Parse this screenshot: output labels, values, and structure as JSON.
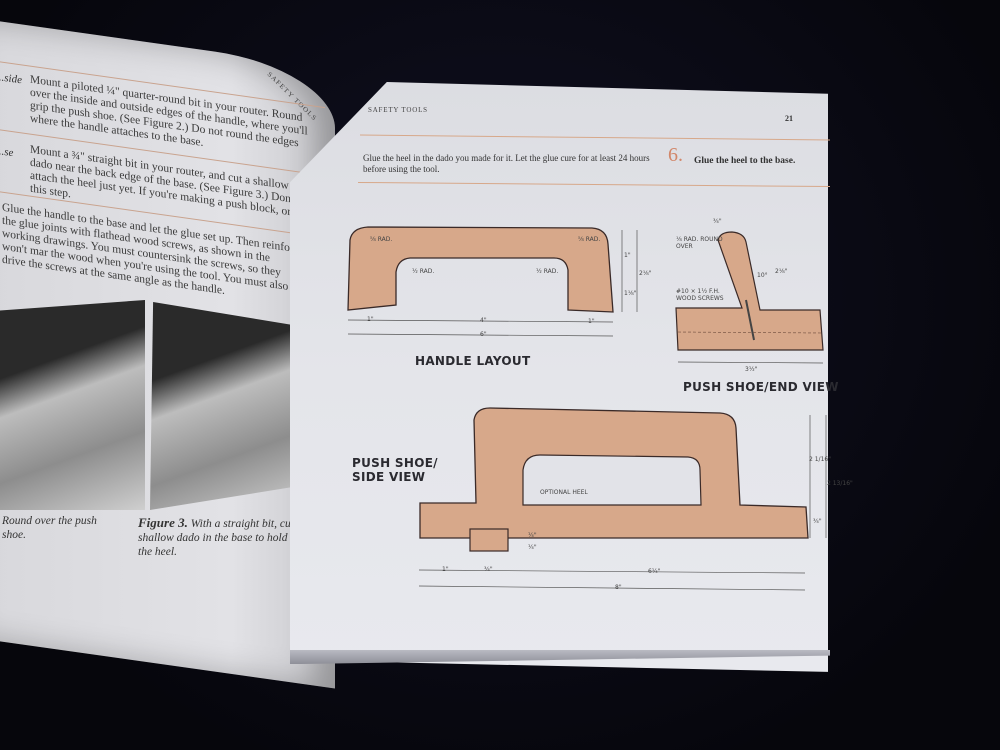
{
  "book": {
    "running_head": "SAFETY TOOLS",
    "page_number": "21"
  },
  "left_page": {
    "running_head": "SAFETY TOOLS",
    "steps": [
      {
        "label": "...side",
        "text": "Mount a piloted ¼\" quarter-round bit in your router. Round over the inside and outside edges of the handle, where you'll grip the push shoe. (See Figure 2.) Do not round the edges where the handle attaches to the base."
      },
      {
        "label": "...se",
        "text": "Mount a ¾\" straight bit in your router, and cut a shallow dado near the back edge of the base. (See Figure 3.) Don't attach the heel just yet. If you're making a push block, omit this step."
      },
      {
        "label": "",
        "text": "Glue the handle to the base and let the glue set up. Then reinforce the glue joints with flathead wood screws, as shown in the working drawings. You must countersink the screws, so they won't mar the wood when you're using the tool. You must also drive the screws at the same angle as the handle."
      }
    ],
    "captions": [
      {
        "text": "Round over the push shoe."
      },
      {
        "figure": "Figure 3.",
        "text": "With a straight bit, cut a shallow dado in the base to hold the heel."
      }
    ]
  },
  "right_page": {
    "step": {
      "number": "6.",
      "title": "Glue the heel to the base.",
      "text": "Glue the heel in the dado you made for it. Let the glue cure for at least 24 hours before using the tool."
    },
    "figures": {
      "handle_layout": {
        "title": "HANDLE LAYOUT",
        "labels": {
          "rad_outer_left": "⅝ RAD.",
          "rad_outer_right": "⅝ RAD.",
          "rad_inner_left": "½ RAD.",
          "rad_inner_right": "½ RAD.",
          "dim_left": "1\"",
          "dim_mid": "4\"",
          "dim_right": "1\"",
          "dim_total": "6\"",
          "dim_h_top": "1\"",
          "dim_h_bottom": "1⅛\"",
          "dim_h_total": "2⅛\""
        }
      },
      "end_view": {
        "title": "PUSH SHOE/END VIEW",
        "labels": {
          "top_width": "¾\"",
          "roundover": "⅛ RAD. ROUND OVER",
          "angle": "10°",
          "height": "2⅛\"",
          "screws": "#10 × 1½ F.H. WOOD SCREWS",
          "base_width": "3½\""
        }
      },
      "side_view": {
        "title_line1": "PUSH SHOE/",
        "title_line2": "SIDE VIEW",
        "labels": {
          "heel": "OPTIONAL HEEL",
          "heel_h1": "¼\"",
          "heel_h2": "¼\"",
          "dim_left": "1\"",
          "dim_heel": "¾\"",
          "dim_right": "6¼\"",
          "dim_total": "8\"",
          "handle_h": "2 1/16\"",
          "total_h": "2 13/16\"",
          "base_h": "¾\""
        }
      }
    },
    "colors": {
      "wood": "#d7a88a",
      "wood_edge": "#3a2a28",
      "accent": "#d2876a",
      "page": "#e2e3e8",
      "background": "#0a0a14"
    }
  }
}
